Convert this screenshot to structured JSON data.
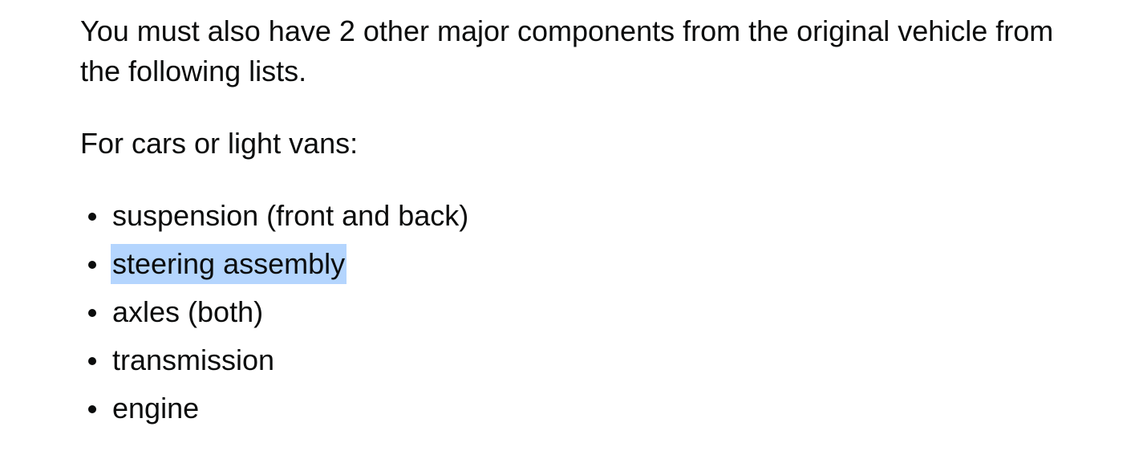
{
  "intro_text": "You must also have 2 other major components from the original vehicle from the following lists.",
  "subheading": "For cars or light vans:",
  "components": [
    {
      "label": "suspension (front and back)",
      "selected": false
    },
    {
      "label": "steering assembly",
      "selected": true
    },
    {
      "label": "axles (both)",
      "selected": false
    },
    {
      "label": "transmission",
      "selected": false
    },
    {
      "label": "engine",
      "selected": false
    }
  ],
  "colors": {
    "text": "#0b0c0c",
    "selection_highlight": "#b4d5fe",
    "background": "#ffffff"
  }
}
